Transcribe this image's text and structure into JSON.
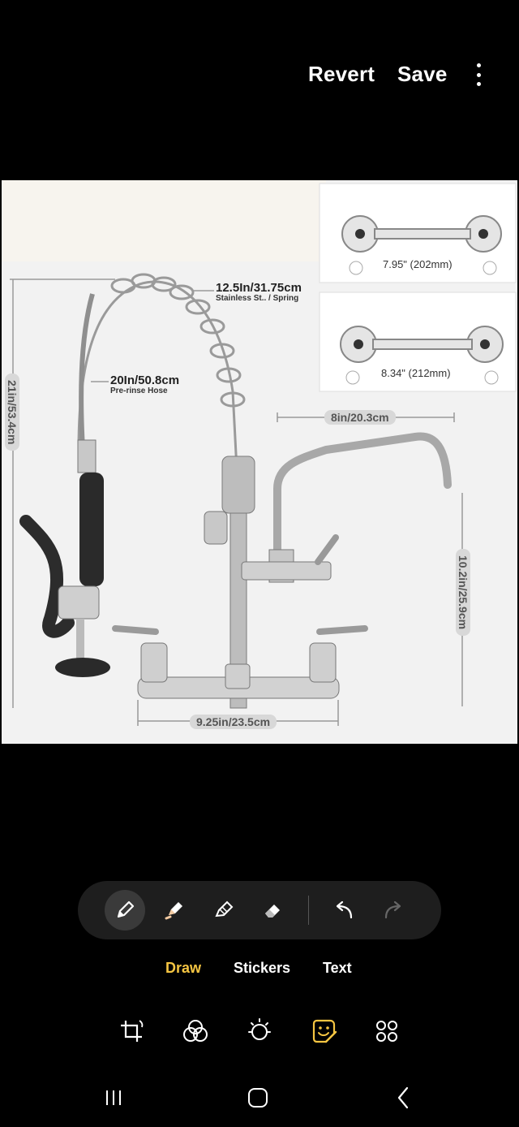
{
  "topbar": {
    "revert_label": "Revert",
    "save_label": "Save"
  },
  "photo": {
    "dimensions": {
      "height_total": "21in/53.4cm",
      "spring": "12.5In/31.75cm",
      "spring_sub": "Stainless St.. / Spring",
      "hose": "20In/50.8cm",
      "hose_sub": "Pre-rinse Hose",
      "spout_reach": "8in/20.3cm",
      "spout_height": "10.2in/25.9cm",
      "base_width": "9.25in/23.5cm"
    },
    "insets": {
      "top_spacing": "7.95\" (202mm)",
      "bottom_spacing": "8.34\" (212mm)"
    }
  },
  "tools": [
    {
      "name": "pen-tool",
      "icon": "pen-icon",
      "active": true
    },
    {
      "name": "highlighter-tool",
      "icon": "highlighter-icon",
      "active": false
    },
    {
      "name": "marker-tool",
      "icon": "marker-icon",
      "active": false
    },
    {
      "name": "eraser-tool",
      "icon": "eraser-icon",
      "active": false
    },
    {
      "name": "undo-tool",
      "icon": "undo-icon",
      "active": false
    },
    {
      "name": "redo-tool",
      "icon": "redo-icon",
      "active": false
    }
  ],
  "tabs": [
    {
      "label": "Draw",
      "active": true
    },
    {
      "label": "Stickers",
      "active": false
    },
    {
      "label": "Text",
      "active": false
    }
  ],
  "edit_icons": [
    "crop-rotate-icon",
    "filters-icon",
    "brightness-icon",
    "decorate-icon",
    "more-tools-icon"
  ],
  "nav": [
    "recents-icon",
    "home-icon",
    "back-icon"
  ],
  "colors": {
    "accent": "#f5c542",
    "background": "#000000",
    "toolbar": "#1e1e1e"
  }
}
